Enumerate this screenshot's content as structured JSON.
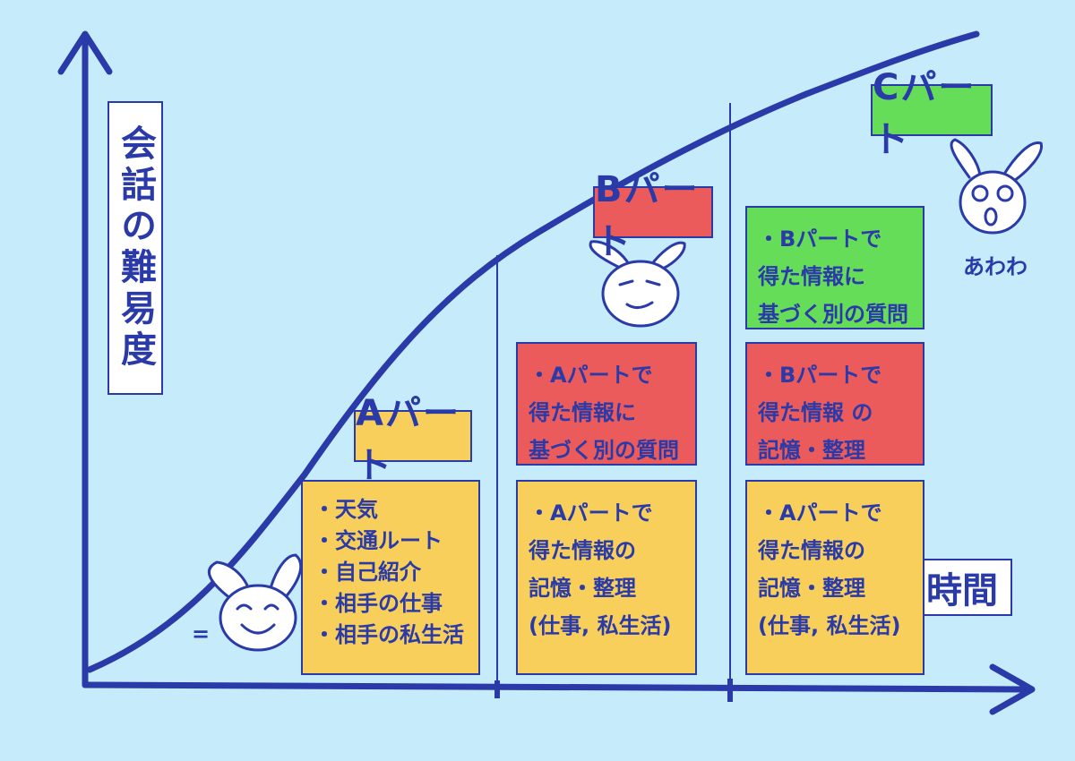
{
  "axes": {
    "y_label": "会話の難易度",
    "x_label": "時間"
  },
  "phases": [
    {
      "id": "A",
      "label": "Aパート",
      "items": [
        "天気",
        "交通ルート",
        "自己紹介",
        "相手の仕事",
        "相手の私生活"
      ]
    },
    {
      "id": "B",
      "label": "Bパート",
      "boxes": [
        {
          "color": "red",
          "lines": [
            "・Aパートで",
            "得た情報に",
            "基づく別の質問"
          ]
        },
        {
          "color": "yellow",
          "lines": [
            "・Aパートで",
            "得た情報の",
            "記憶・整理",
            "(仕事, 私生活)"
          ]
        }
      ]
    },
    {
      "id": "C",
      "label": "Cパート",
      "boxes": [
        {
          "color": "green",
          "lines": [
            "・Bパートで",
            "得た情報に",
            "基づく別の質問"
          ]
        },
        {
          "color": "red",
          "lines": [
            "・Bパートで",
            "得た情報 の",
            "記憶・整理"
          ]
        },
        {
          "color": "yellow",
          "lines": [
            "・Aパートで",
            "得た情報の",
            "記憶・整理",
            "(仕事, 私生活)"
          ]
        }
      ]
    }
  ],
  "characters": [
    {
      "name": "happy-rabbit",
      "mark": "="
    },
    {
      "name": "smug-rabbit"
    },
    {
      "name": "panicked-rabbit",
      "caption": "あわわ"
    }
  ],
  "colors": {
    "background": "#c6ecfb",
    "ink": "#2a3aa8",
    "yellow": "#f7cf5a",
    "red": "#ec5b5b",
    "green": "#66dd59"
  }
}
